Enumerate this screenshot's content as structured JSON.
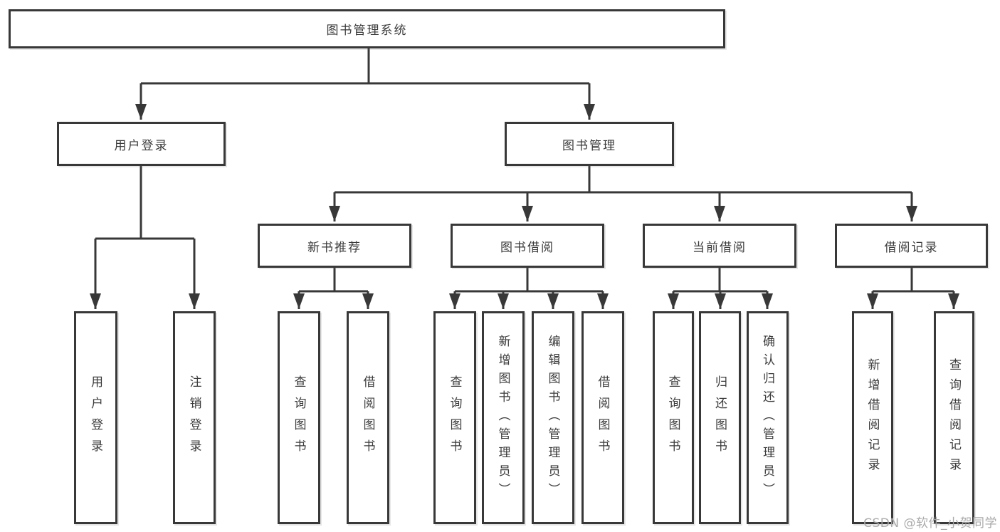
{
  "colors": {
    "line": "#383838",
    "box_border": "#383838",
    "box_background": "#ffffff",
    "text": "#3b3b3b",
    "watermark": "#a5a5a5"
  },
  "watermark": {
    "text": "CSDN @软件_小贺同学"
  },
  "tree": {
    "root": {
      "label": "图书管理系统",
      "children": [
        {
          "label": "用户登录",
          "children": [
            {
              "label": "用户登录"
            },
            {
              "label": "注销登录"
            }
          ]
        },
        {
          "label": "图书管理",
          "children": [
            {
              "label": "新书推荐",
              "children": [
                {
                  "label": "查询图书"
                },
                {
                  "label": "借阅图书"
                }
              ]
            },
            {
              "label": "图书借阅",
              "children": [
                {
                  "label": "查询图书"
                },
                {
                  "label": "新增图书（管理员）"
                },
                {
                  "label": "编辑图书（管理员）"
                },
                {
                  "label": "借阅图书"
                }
              ]
            },
            {
              "label": "当前借阅",
              "children": [
                {
                  "label": "查询图书"
                },
                {
                  "label": "归还图书"
                },
                {
                  "label": "确认归还（管理员）"
                }
              ]
            },
            {
              "label": "借阅记录",
              "children": [
                {
                  "label": "新增借阅记录"
                },
                {
                  "label": "查询借阅记录"
                }
              ]
            }
          ]
        }
      ]
    }
  }
}
